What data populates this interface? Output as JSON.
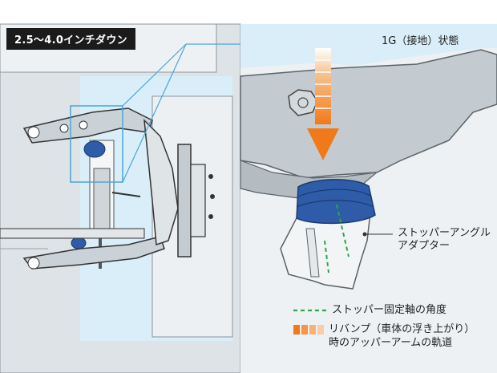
{
  "header": {
    "spec_label": "2.5〜4.0インチダウン"
  },
  "callouts": {
    "state_1g": "1G（接地）状態",
    "stopper_angle_adapter_line1": "ストッパーアングル",
    "stopper_angle_adapter_line2": "アダプター"
  },
  "legend": {
    "stopper_axis_angle": "ストッパー固定軸の角度",
    "rebound_line1": "リバンプ（車体の浮き上がり）",
    "rebound_line2": "時のアッパーアームの軌道"
  },
  "colors": {
    "panel_blue": "#d9eef8",
    "stopper_blue": "#2e5ca8",
    "arrow_orange": "#f07a1a",
    "axis_green": "#2aa84a",
    "callout_line": "#4aa6d8"
  }
}
